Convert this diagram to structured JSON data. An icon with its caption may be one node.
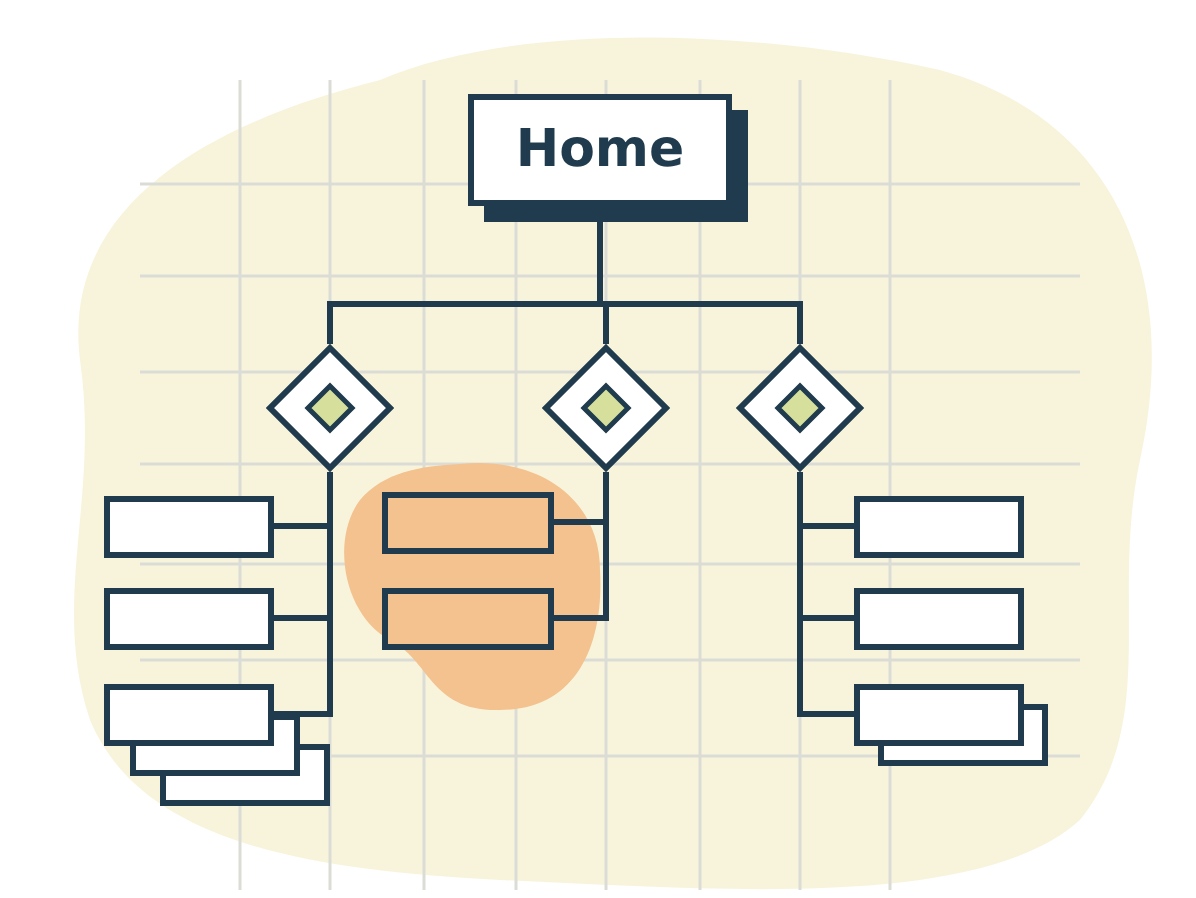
{
  "diagram": {
    "nodes": [
      {
        "text": [
          "Home"
        ]
      },
      {
        "text": [],
        "shape": "diamond"
      },
      {
        "text": [],
        "shape": "diamond"
      },
      {
        "text": [],
        "shape": "diamond"
      },
      {
        "text": [],
        "shape": "box"
      },
      {
        "text": [],
        "shape": "box"
      },
      {
        "text": [],
        "shape": "box"
      },
      {
        "text": [],
        "shape": "box"
      },
      {
        "text": [],
        "shape": "box"
      },
      {
        "text": [],
        "shape": "box"
      },
      {
        "text": [],
        "shape": "box"
      },
      {
        "text": [],
        "shape": "box"
      }
    ],
    "edges": [
      {
        "from": 0,
        "to": 1,
        "arrow": "none"
      },
      {
        "from": 0,
        "to": 2,
        "arrow": "none"
      },
      {
        "from": 0,
        "to": 3,
        "arrow": "none"
      },
      {
        "from": 1,
        "to": 4,
        "arrow": "none"
      },
      {
        "from": 1,
        "to": 5,
        "arrow": "none"
      },
      {
        "from": 1,
        "to": 6,
        "arrow": "none"
      },
      {
        "from": 2,
        "to": 7,
        "arrow": "none"
      },
      {
        "from": 2,
        "to": 8,
        "arrow": "none"
      },
      {
        "from": 3,
        "to": 9,
        "arrow": "none"
      },
      {
        "from": 3,
        "to": 10,
        "arrow": "none"
      },
      {
        "from": 3,
        "to": 11,
        "arrow": "none"
      }
    ]
  }
}
